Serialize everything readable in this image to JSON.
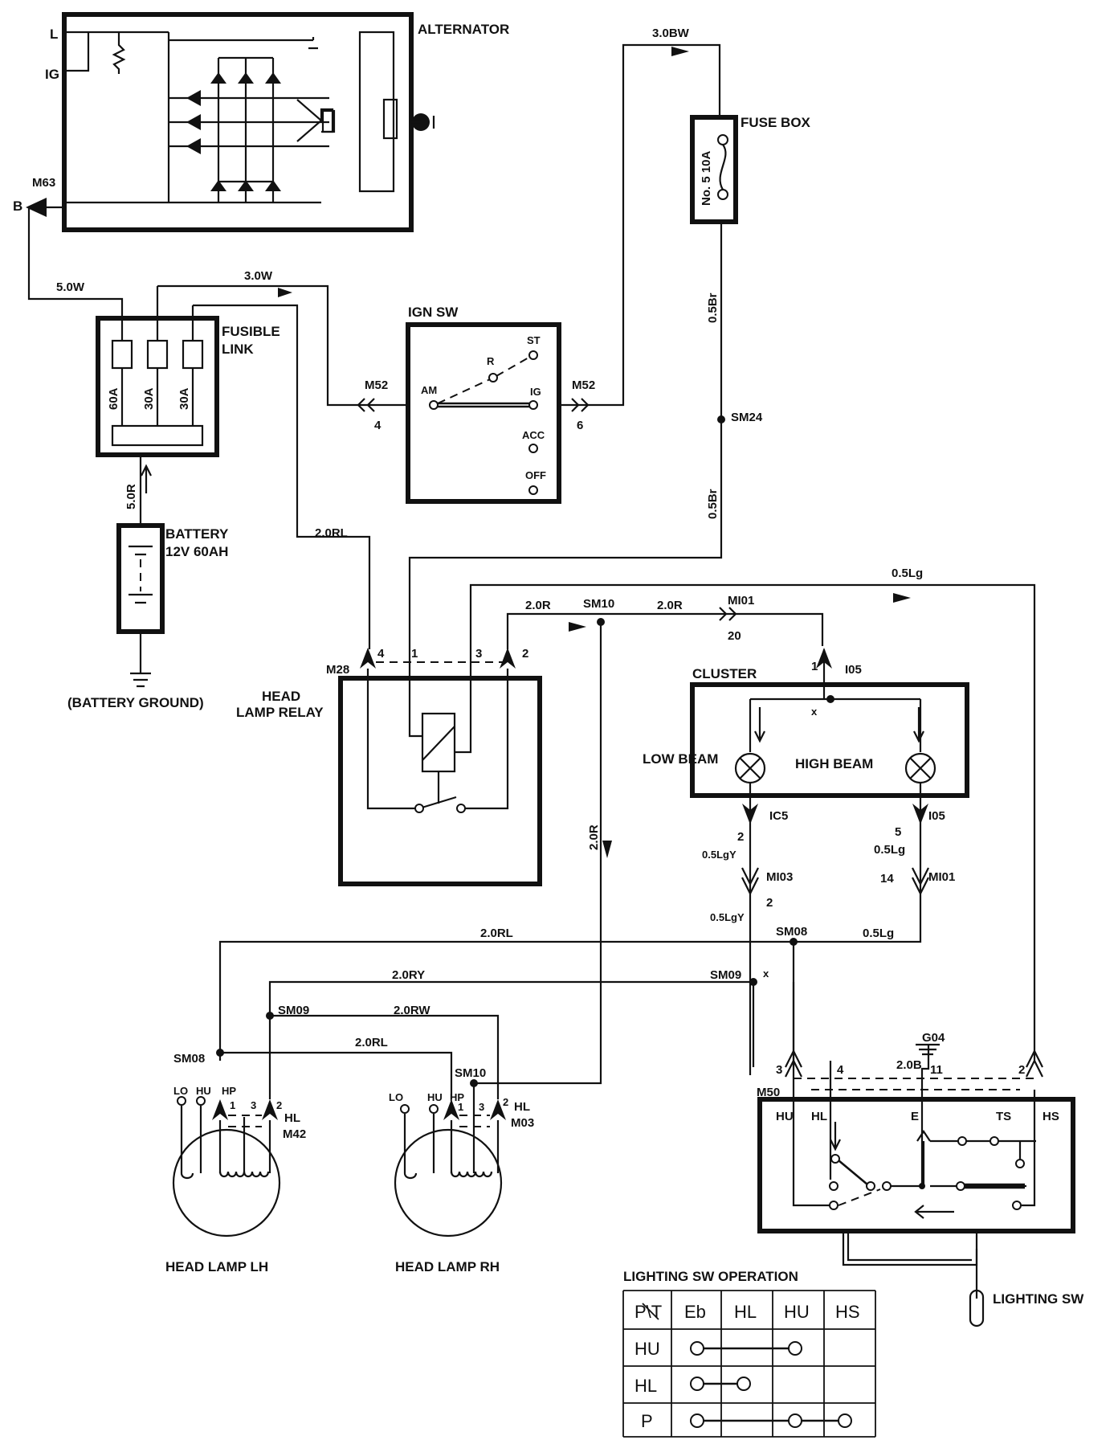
{
  "components": {
    "alternator": {
      "title": "ALTERNATOR",
      "pin_l": "L",
      "pin_ig": "IG",
      "pin_b": "B",
      "connector": "M63"
    },
    "fuse_box": {
      "title": "FUSE BOX",
      "fuse": "No. 5 10A"
    },
    "fusible_link": {
      "title_line1": "FUSIBLE",
      "title_line2": "LINK",
      "fuses": [
        "60A",
        "30A",
        "30A"
      ]
    },
    "battery": {
      "title_line1": "BATTERY",
      "title_line2": "12V 60AH",
      "ground": "(BATTERY GROUND)"
    },
    "ign_sw": {
      "title": "IGN SW",
      "positions": [
        "ST",
        "R",
        "IG",
        "ACC",
        "OFF",
        "AM"
      ],
      "conn_left": "M52",
      "conn_left_pin": "4",
      "conn_right": "M52",
      "conn_right_pin": "6"
    },
    "head_lamp_relay": {
      "title_line1": "HEAD",
      "title_line2": "LAMP RELAY",
      "connector": "M28",
      "pins": [
        "4",
        "1",
        "3",
        "2"
      ]
    },
    "cluster": {
      "title": "CLUSTER",
      "low_beam": "LOW BEAM",
      "high_beam": "HIGH BEAM",
      "x_mark": "x"
    },
    "head_lamp_lh": {
      "title": "HEAD LAMP LH",
      "connector": "M42",
      "labels": [
        "LO",
        "HU",
        "HP",
        "HL",
        "1",
        "3",
        "2"
      ]
    },
    "head_lamp_rh": {
      "title": "HEAD LAMP RH",
      "connector": "M03",
      "labels": [
        "LO",
        "HU",
        "HP",
        "HL",
        "1",
        "3",
        "2"
      ]
    },
    "lighting_sw": {
      "title": "LIGHTING SW",
      "connector": "M50",
      "terminals": [
        "HU",
        "HL",
        "E",
        "TS",
        "HS"
      ],
      "pins": [
        "3",
        "4",
        "11",
        "2"
      ],
      "ground": "G04"
    }
  },
  "wires": {
    "w_5_0w": "5.0W",
    "w_3_0w": "3.0W",
    "w_3_0bw": "3.0BW",
    "w_0_5br_a": "0.5Br",
    "w_0_5br_b": "0.5Br",
    "w_5_0r": "5.0R",
    "w_2_0rl_relay": "2.0RL",
    "w_0_5lg_top": "0.5Lg",
    "w_2_0r_a": "2.0R",
    "w_2_0r_b": "2.0R",
    "w_2_0r_vert": "2.0R",
    "w_0_5lgy_a": "0.5LgY",
    "w_0_5lgy_b": "0.5LgY",
    "w_0_5lg_a": "0.5Lg",
    "w_0_5lg_b": "0.5Lg",
    "w_2_0rl_main": "2.0RL",
    "w_2_0ry": "2.0RY",
    "w_2_0rw": "2.0RW",
    "w_2_0rl_lamp": "2.0RL",
    "w_2_0b": "2.0B"
  },
  "splices": {
    "sm24": "SM24",
    "sm10_top": "SM10",
    "sm08_right": "SM08",
    "sm09_right": "SM09",
    "sm09_left": "SM09",
    "sm08_left": "SM08",
    "sm10_rh": "SM10"
  },
  "connectors": {
    "mi01_top": "MI01",
    "mi01_top_pin": "20",
    "i05_top": "I05",
    "i05_top_pin": "1",
    "ic5": "IC5",
    "ic5_pin": "2",
    "i05_right": "I05",
    "i05_right_pin": "5",
    "mi03": "MI03",
    "mi03_pin": "2",
    "mi01_right": "MI01",
    "mi01_right_pin": "14"
  },
  "operation_table": {
    "title": "LIGHTING SW OPERATION",
    "header": [
      "P\\T",
      "Eb",
      "HL",
      "HU",
      "HS"
    ],
    "rows": [
      {
        "label": "HU",
        "connected": [
          "Eb",
          "HU"
        ]
      },
      {
        "label": "HL",
        "connected": [
          "Eb",
          "HL"
        ]
      },
      {
        "label": "P",
        "connected": [
          "Eb",
          "HU",
          "HS"
        ]
      }
    ]
  }
}
